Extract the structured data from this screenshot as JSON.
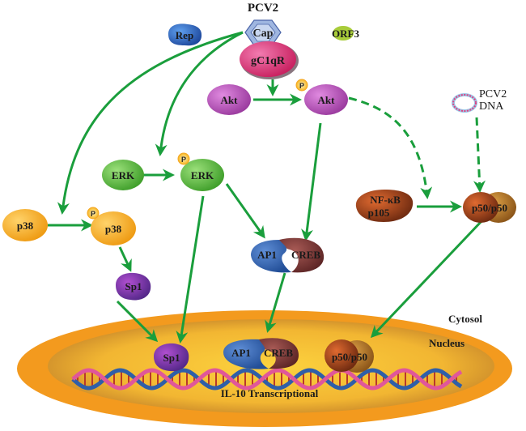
{
  "title": "PCV2",
  "colors": {
    "arrow": "#1a9e3c",
    "pink": "#e0407f",
    "purple_akt": "#b24fb6",
    "green_erk": "#58b83a",
    "orange_p38": "#f5a623",
    "sp1": "#7a3aa8",
    "ap1": "#3566b0",
    "creb": "#7d3a3a",
    "nfkb": "#b8481c",
    "p50b": "#b77a2a",
    "rep": "#2c5fb5",
    "orf3": "#a8cc3a",
    "nucleus_outer": "#f39a1e",
    "nucleus_inner": "#f7c33a"
  },
  "nodes": {
    "pcv2": "PCV2",
    "rep": "Rep",
    "cap": "Cap",
    "orf3": "ORF3",
    "gc1qr": "gC1qR",
    "akt": "Akt",
    "akt_p": "Akt",
    "erk": "ERK",
    "erk_p": "ERK",
    "p38": "p38",
    "p38_p": "p38",
    "sp1": "Sp1",
    "ap1": "AP1",
    "creb": "CREB",
    "nfkb_line1": "NF-κB",
    "nfkb_line2": "p105",
    "p50p50": "p50/p50",
    "pcv2dna_line1": "PCV2",
    "pcv2dna_line2": "DNA",
    "phospho": "P"
  },
  "nucleus": {
    "cytosol_label": "Cytosol",
    "nucleus_label": "Nucleus",
    "sp1": "Sp1",
    "ap1": "AP1",
    "creb": "CREB",
    "p50p50": "p50/p50",
    "gene_label": "IL-10 Transcriptional"
  }
}
